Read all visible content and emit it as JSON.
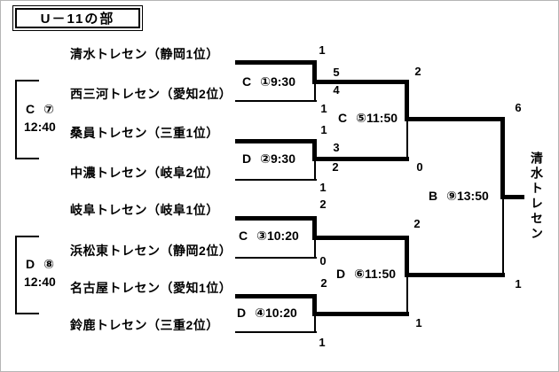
{
  "title": "U－11の部",
  "teams": [
    "清水トレセン（静岡1位）",
    "西三河トレセン（愛知2位）",
    "桑員トレセン（三重1位）",
    "中濃トレセン（岐阜2位）",
    "岐阜トレセン（岐阜1位）",
    "浜松東トレセン（静岡2位）",
    "名古屋トレセン（愛知1位）",
    "鈴鹿トレセン（三重2位）"
  ],
  "matches": {
    "m1": {
      "venue": "C",
      "no": "①",
      "time": "9:30",
      "score_top": "1",
      "pk_top": "5",
      "pk_bottom": "4",
      "score_bottom": "1"
    },
    "m2": {
      "venue": "D",
      "no": "②",
      "time": "9:30",
      "score_top": "1",
      "pk_top": "3",
      "pk_bottom": "2",
      "score_bottom": "1"
    },
    "m3": {
      "venue": "C",
      "no": "③",
      "time": "10:20",
      "score_top": "2",
      "score_bottom": "0"
    },
    "m4": {
      "venue": "D",
      "no": "④",
      "time": "10:20",
      "score_top": "2",
      "score_bottom": "1"
    },
    "m5": {
      "venue": "C",
      "no": "⑤",
      "time": "11:50",
      "score_top": "2",
      "score_bottom": "0"
    },
    "m6": {
      "venue": "D",
      "no": "⑥",
      "time": "11:50",
      "score_top": "2",
      "score_bottom": "1"
    },
    "m7": {
      "venue": "C",
      "no": "⑦",
      "time": "12:40"
    },
    "m8": {
      "venue": "D",
      "no": "⑧",
      "time": "12:40"
    },
    "m9": {
      "venue": "B",
      "no": "⑨",
      "time": "13:50",
      "score_top": "6",
      "score_bottom": "1"
    }
  },
  "champion": "清水トレセン",
  "colors": {
    "line": "#000000",
    "background": "#ffffff"
  }
}
